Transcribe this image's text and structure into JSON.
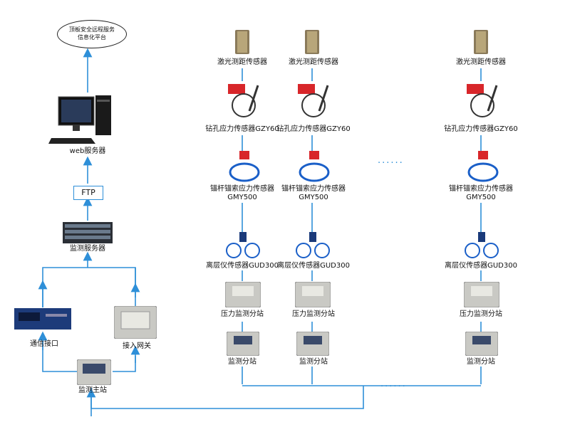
{
  "platform": {
    "line1": "顶板安全远程服务",
    "line2": "信息化平台"
  },
  "web_server": "web服务器",
  "ftp": "FTP",
  "monitor_server": "监测服务器",
  "comm_interface": "通信接口",
  "access_gateway": "接入网关",
  "main_station": "监测主站",
  "columns": [
    {
      "laser": "激光测距传感器",
      "drill": "钻孔应力传感器GZY60",
      "bolt_line1": "锚杆锚索应力传感器",
      "bolt_line2": "GMY500",
      "sep": "离层仪传感器GUD300",
      "pressure": "压力监测分站",
      "substation": "监测分站"
    },
    {
      "laser": "激光测距传感器",
      "drill": "钻孔应力传感器GZY60",
      "bolt_line1": "锚杆锚索应力传感器",
      "bolt_line2": "GMY500",
      "sep": "离层仪传感器GUD300",
      "pressure": "压力监测分站",
      "substation": "监测分站"
    },
    {
      "laser": "激光测距传感器",
      "drill": "钻孔应力传感器GZY60",
      "bolt_line1": "锚杆锚索应力传感器",
      "bolt_line2": "GMY500",
      "sep": "离层仪传感器GUD300",
      "pressure": "压力监测分站",
      "substation": "监测分站"
    }
  ],
  "dots_mid": "......",
  "dots_bottom": "......",
  "colors": {
    "line": "#2e8fd8",
    "device": "#c9c9c4",
    "red": "#d8262a"
  }
}
